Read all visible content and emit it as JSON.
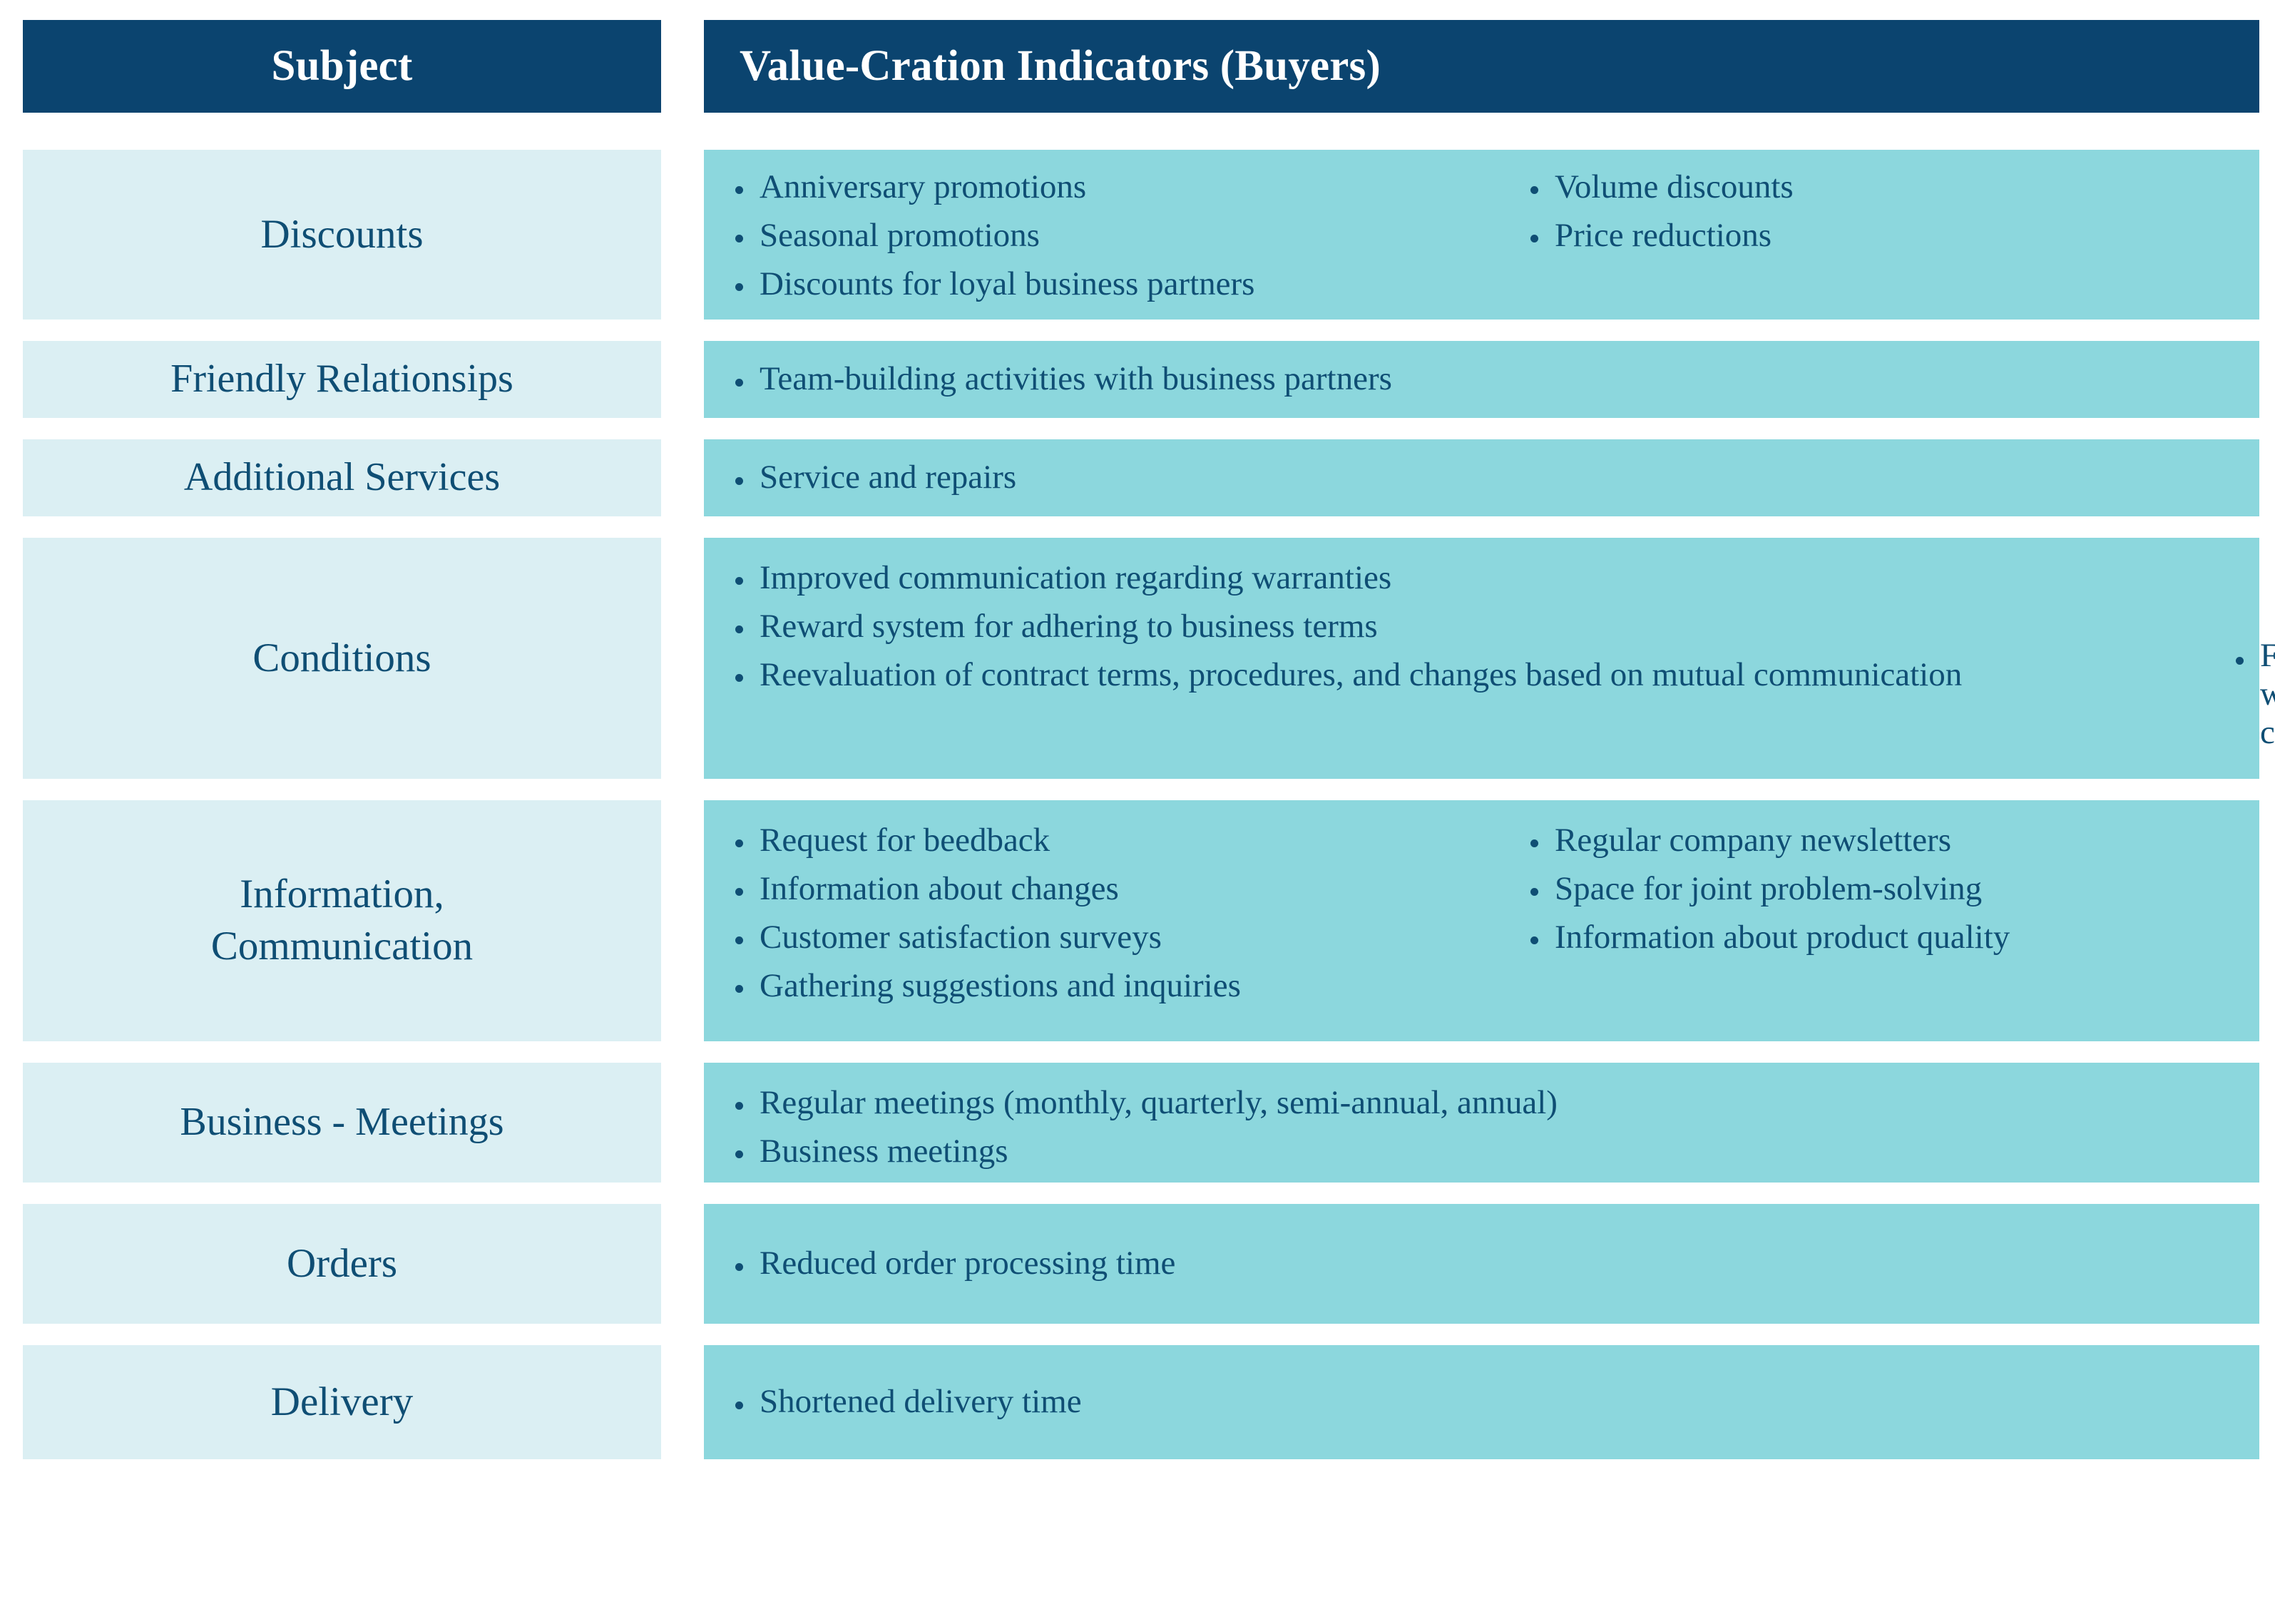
{
  "colors": {
    "header_bg": "#0b446f",
    "header_text": "#ffffff",
    "subject_bg": "#dbeff3",
    "indicators_bg": "#8cd7dd",
    "body_text": "#0f4e74",
    "page_bg": "#ffffff"
  },
  "header": {
    "subject": "Subject",
    "indicators": "Value-Cration Indicators (Buyers)"
  },
  "rows": [
    {
      "subject": "Discounts",
      "col_a": [
        "Anniversary promotions",
        "Seasonal promotions",
        "Discounts for loyal business partners"
      ],
      "col_b": [
        "Volume discounts",
        "Price reductions"
      ]
    },
    {
      "subject": "Friendly Relationsips",
      "col_a": [
        "Team-building activities with business partners"
      ],
      "col_b": []
    },
    {
      "subject": "Additional Services",
      "col_a": [
        "Service and repairs"
      ],
      "col_b": []
    },
    {
      "subject": "Conditions",
      "col_a": [
        "Improved communication regarding warranties",
        "Reward system for adhering to business terms",
        "Reevaluation of contract terms, procedures, and changes based on mutual communication"
      ],
      "col_b": [],
      "trailing": "Favorable warranty conditions"
    },
    {
      "subject_line1": "Information,",
      "subject_line2": "Communication",
      "col_a": [
        "Request for beedback",
        "Information about changes",
        "Customer satisfaction surveys",
        "Gathering suggestions and inquiries"
      ],
      "col_b": [
        "Regular company newsletters",
        "Space for joint problem-solving",
        "Information about product quality"
      ]
    },
    {
      "subject": "Business - Meetings",
      "col_a": [
        "Regular meetings (monthly, quarterly, semi-annual, annual)",
        "Business meetings"
      ],
      "col_b": []
    },
    {
      "subject": "Orders",
      "col_a": [
        "Reduced order processing time"
      ],
      "col_b": []
    },
    {
      "subject": "Delivery",
      "col_a": [
        "Shortened delivery time"
      ],
      "col_b": []
    }
  ]
}
